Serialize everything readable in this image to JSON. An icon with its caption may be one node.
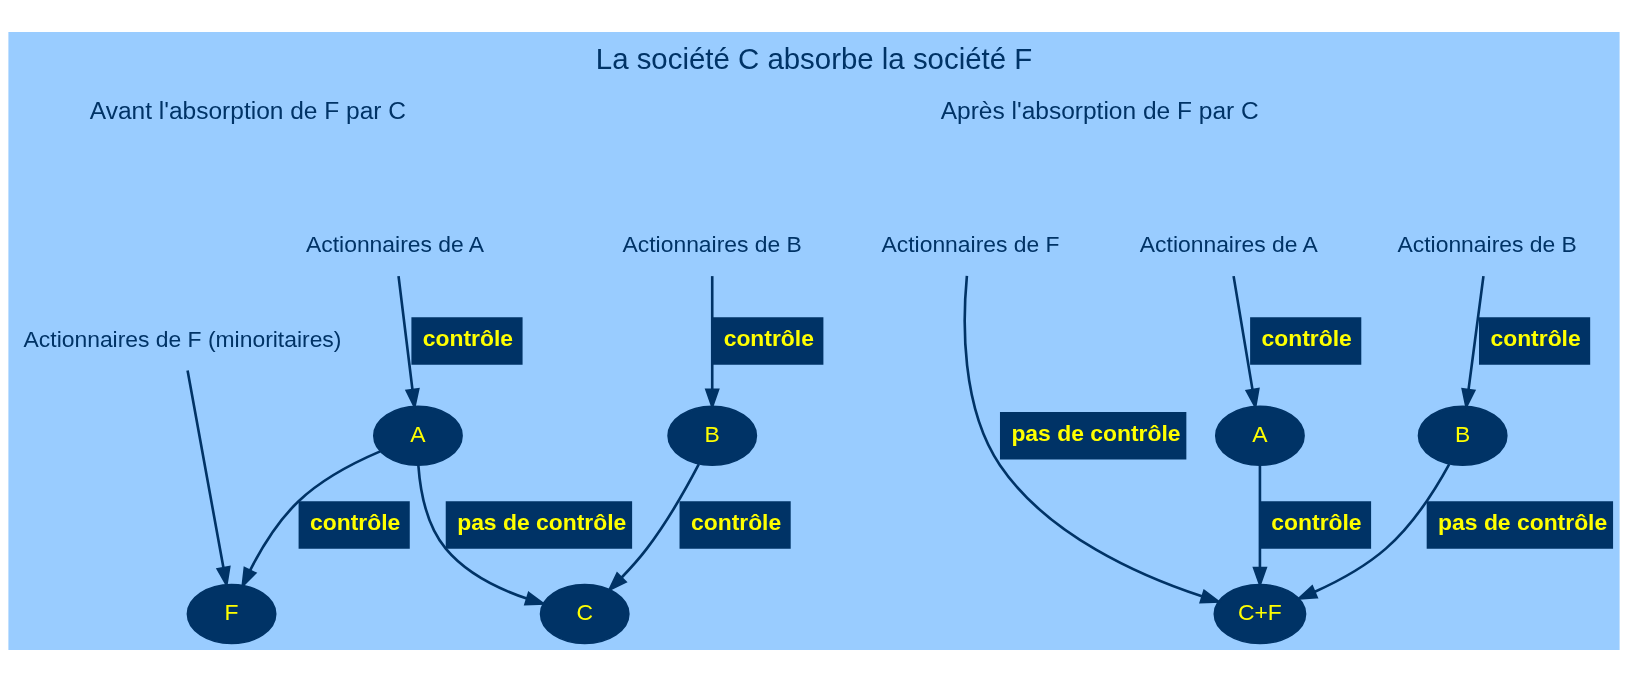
{
  "diagram": {
    "title": "La société C absorbe la société F",
    "nodes": [
      {
        "text": [
          "Actionnaires de A"
        ]
      },
      {
        "text": [
          "Actionnaires de B"
        ]
      },
      {
        "text": [
          "Actionnaires de F (minoritaires)"
        ]
      },
      {
        "text": [
          "A"
        ]
      },
      {
        "text": [
          "B"
        ]
      },
      {
        "text": [
          "F"
        ]
      },
      {
        "text": [
          "C"
        ]
      },
      {
        "text": [
          "Actionnaires de F"
        ]
      },
      {
        "text": [
          "Actionnaires de A"
        ]
      },
      {
        "text": [
          "Actionnaires de B"
        ]
      },
      {
        "text": [
          "A"
        ]
      },
      {
        "text": [
          "B"
        ]
      },
      {
        "text": [
          "C+F"
        ]
      }
    ],
    "edges": [
      {
        "from": 0,
        "to": 3,
        "arrow": "to",
        "label": "contrôle"
      },
      {
        "from": 1,
        "to": 4,
        "arrow": "to",
        "label": "contrôle"
      },
      {
        "from": 2,
        "to": 5,
        "arrow": "to"
      },
      {
        "from": 3,
        "to": 5,
        "arrow": "to",
        "label": "contrôle"
      },
      {
        "from": 3,
        "to": 6,
        "arrow": "to",
        "label": "pas de contrôle"
      },
      {
        "from": 4,
        "to": 6,
        "arrow": "to",
        "label": "contrôle"
      },
      {
        "from": 8,
        "to": 10,
        "arrow": "to",
        "label": "contrôle"
      },
      {
        "from": 9,
        "to": 11,
        "arrow": "to",
        "label": "contrôle"
      },
      {
        "from": 7,
        "to": 12,
        "arrow": "to",
        "label": "pas de contrôle"
      },
      {
        "from": 10,
        "to": 12,
        "arrow": "to",
        "label": "contrôle"
      },
      {
        "from": 11,
        "to": 12,
        "arrow": "to",
        "label": "pas de contrôle"
      }
    ],
    "labels": [
      "Avant l'absorption de F par C",
      "Après l'absorption de F par C"
    ]
  }
}
